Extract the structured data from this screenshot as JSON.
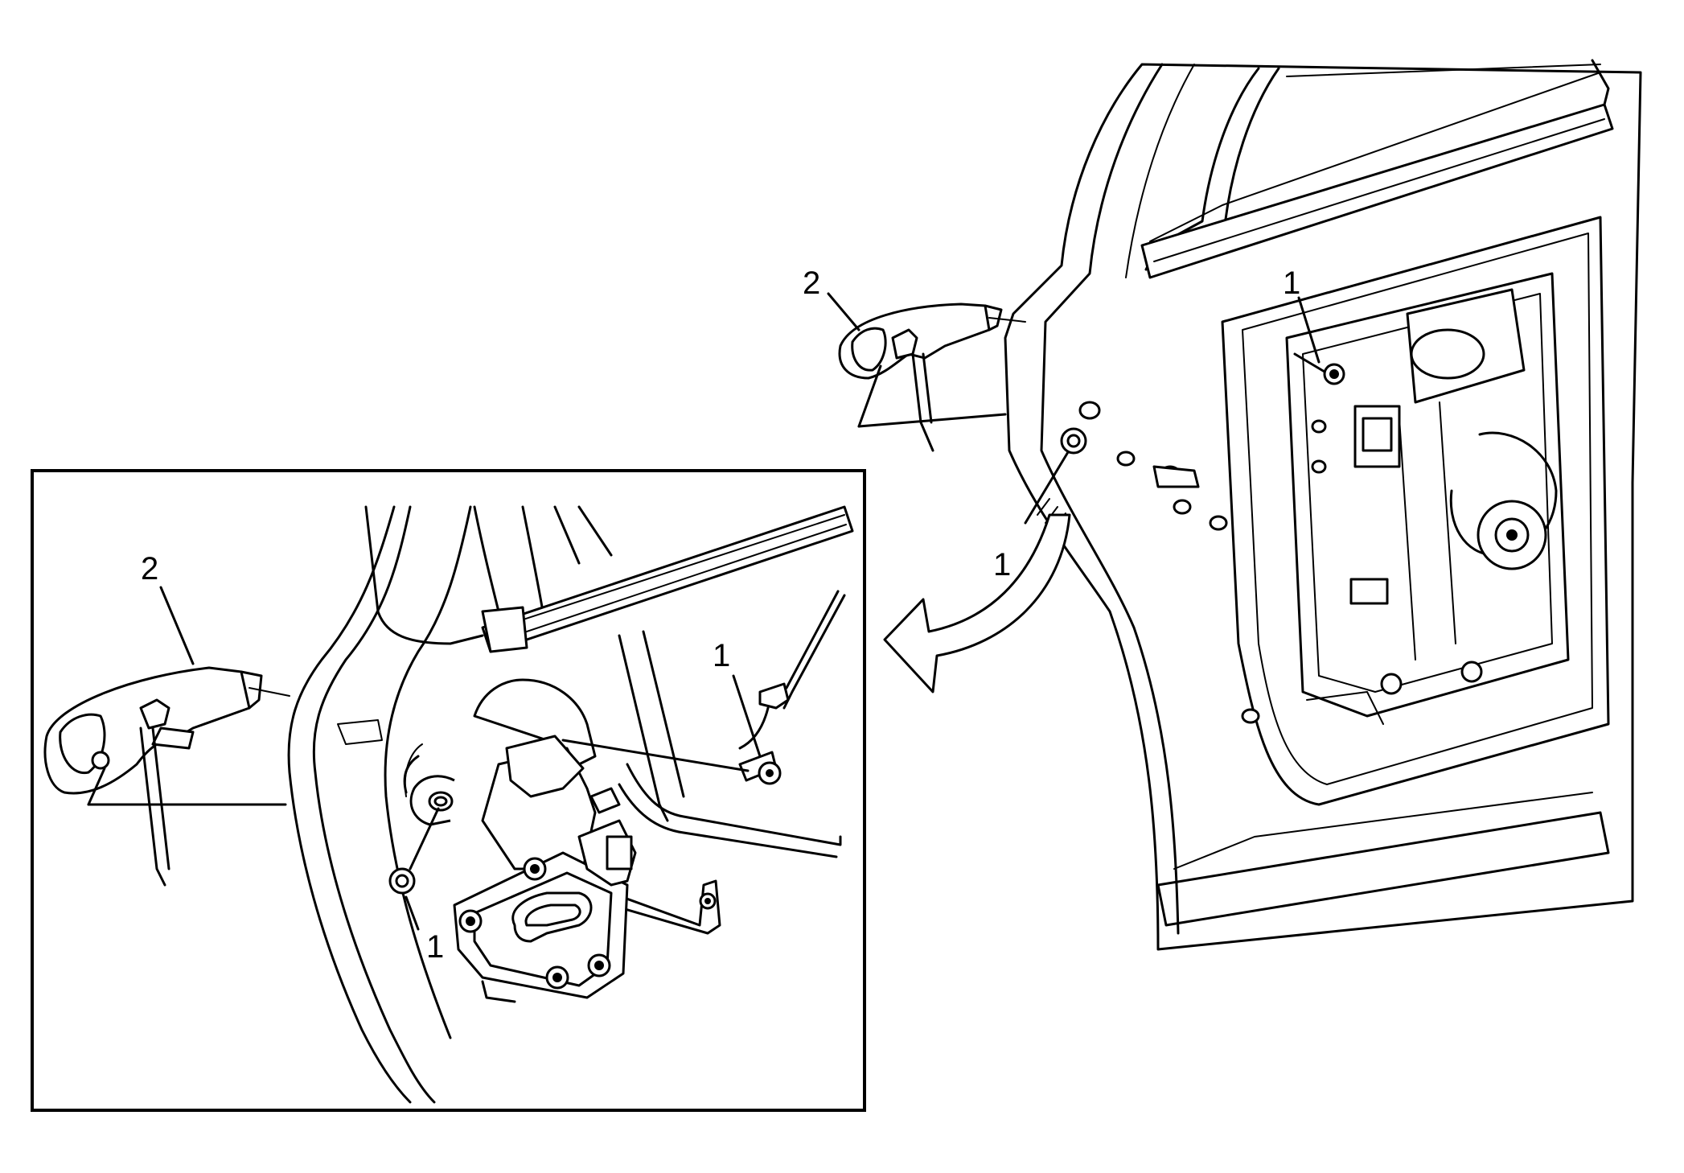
{
  "callouts": {
    "main_door_screw": "1",
    "main_door_handle": "2",
    "main_door_pointer": "1",
    "inset_handle": "2",
    "inset_bolt_upper": "1",
    "inset_nut_lower": "1"
  },
  "colors": {
    "line": "#000000",
    "background": "#ffffff"
  }
}
